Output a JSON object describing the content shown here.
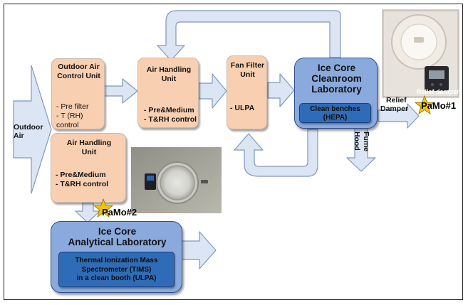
{
  "outdoor_air": {
    "line1": "Outdoor",
    "line2": "Air"
  },
  "outdoor_air_control_unit": {
    "title_line1": "Outdoor Air",
    "title_line2": "Control Unit",
    "item1": "- Pre filter",
    "item2": "- T (RH) control"
  },
  "air_handling_unit_top": {
    "title_line1": "Air Handling",
    "title_line2": "Unit",
    "item1": "- Pre&Medium",
    "item2": "- T&RH control"
  },
  "fan_filter_unit": {
    "title_line1": "Fan Filter",
    "title_line2": "Unit",
    "item1": "- ULPA"
  },
  "cleanroom_lab": {
    "title_line1": "Ice Core",
    "title_line2": "Cleanroom",
    "title_line3": "Laboratory",
    "inner_line1": "Clean benches",
    "inner_line2": "(HEPA)"
  },
  "air_handling_unit_bottom": {
    "title_line1": "Air Handling",
    "title_line2": "Unit",
    "item1": "- Pre&Medium",
    "item2": "- T&RH  control"
  },
  "analytical_lab": {
    "title_line1": "Ice Core",
    "title_line2": "Analytical Laboratory",
    "inner_line1": "Thermal Ionization Mass",
    "inner_line2": "Spectrometer (TIMS)",
    "inner_line3": "in a clean booth (ULPA)"
  },
  "relief_damper": {
    "line1": "Relief",
    "line2": "Damper"
  },
  "fume_hood": {
    "line1": "Fume",
    "line2": "Hood"
  },
  "pamo1": {
    "label": "PaMo#1"
  },
  "pamo2": {
    "label": "PaMo#2"
  },
  "photo_relief_damper": {
    "caption": "Relief damper"
  },
  "colors": {
    "arrow_fill": "#dbe5f3",
    "arrow_stroke": "#7f98bc",
    "unit_fill": "#f8cfb0",
    "lab_fill": "#8aa9dd",
    "inner_fill": "#2f6cb7",
    "star": "#f5c400"
  }
}
